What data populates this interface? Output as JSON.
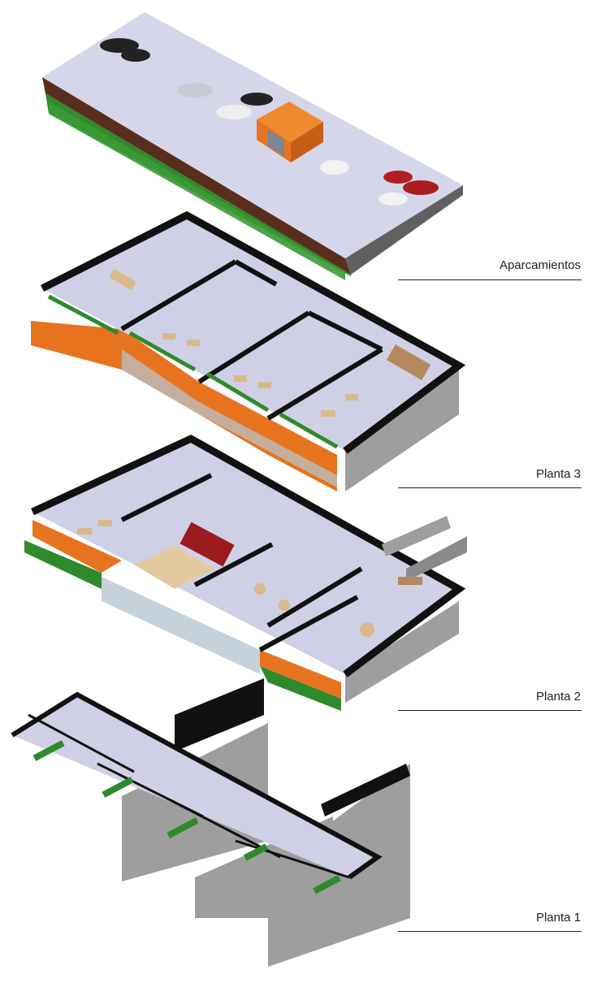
{
  "levels": [
    {
      "key": "parking",
      "label": "Aparcamientos"
    },
    {
      "key": "planta3",
      "label": "Planta 3"
    },
    {
      "key": "planta2",
      "label": "Planta 2"
    },
    {
      "key": "planta1",
      "label": "Planta 1"
    }
  ],
  "colors": {
    "roof": "#d5d6ea",
    "floor": "#cfd0e6",
    "wall_dark": "#111111",
    "wall_side": "#9e9e9e",
    "accent_orange": "#e8731f",
    "accent_green": "#2f8a2c",
    "glass": "#b7c7d3",
    "fascia_brown": "#5a2e1e",
    "wood": "#d9b98a"
  }
}
